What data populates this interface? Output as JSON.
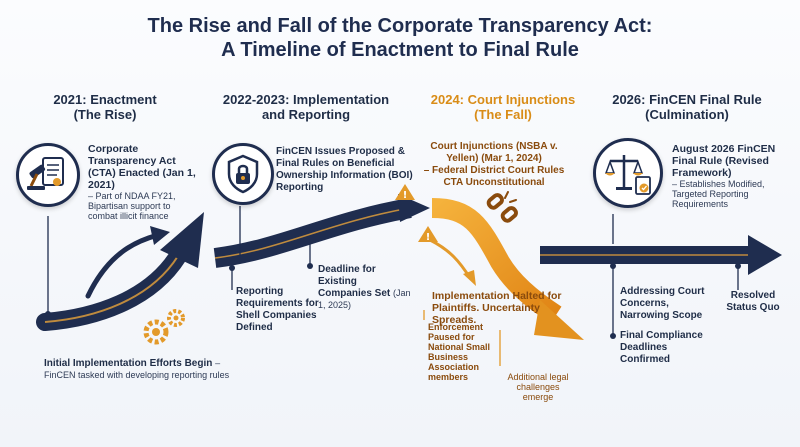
{
  "title": {
    "line1": "The Rise and Fall of the Corporate Transparency Act:",
    "line2": "A Timeline of Enactment to Final Rule"
  },
  "phases": [
    {
      "title_line1": "2021: Enactment",
      "title_line2": "(The Rise)"
    },
    {
      "title_line1": "2022-2023: Implementation",
      "title_line2": "and Reporting"
    },
    {
      "title_line1": "2024: Court Injunctions",
      "title_line2": "(The Fall)"
    },
    {
      "title_line1": "2026: FinCEN Final Rule",
      "title_line2": "(Culmination)"
    }
  ],
  "events": {
    "cta_enacted": {
      "title": "Corporate Transparency Act (CTA) Enacted (Jan 1, 2021)",
      "detail": "– Part of NDAA FY21, Bipartisan support to combat illicit finance"
    },
    "initial_efforts": {
      "title": "Initial Implementation Efforts Begin",
      "detail": "– FinCEN tasked with developing reporting rules"
    },
    "fincen_rules": {
      "title": "FinCEN Issues Proposed & Final Rules on Beneficial Ownership Information (BOI) Reporting"
    },
    "shell_requirements": {
      "title": "Reporting Requirements for Shell Companies Defined"
    },
    "deadline": {
      "title": "Deadline for Existing Companies Set",
      "detail": "(Jan 1, 2025)"
    },
    "court_injunctions": {
      "title": "Court Injunctions (NSBA v. Yellen) (Mar 1, 2024)",
      "detail": "– Federal District Court Rules CTA Unconstitutional"
    },
    "halted": {
      "title": "Implementation Halted for Plaintiffs. Uncertainty Spreads."
    },
    "enforcement_paused": {
      "title": "Enforcement Paused for National Small Business Association members"
    },
    "legal_challenges": {
      "title": "Additional legal challenges emerge"
    },
    "final_rule": {
      "title": "August 2026 FinCEN Final Rule (Revised Framework)",
      "detail": "– Establishes Modified, Targeted Reporting Requirements"
    },
    "addressing": {
      "title": "Addressing Court Concerns, Narrowing Scope"
    },
    "final_deadlines": {
      "title": "Final Compliance Deadlines Confirmed"
    },
    "status_quo": {
      "title": "Resolved Status Quo"
    }
  },
  "icons": {
    "enactment": "gavel-document-icon",
    "implementation": "shield-lock-icon",
    "final_rule": "scales-of-justice-icon",
    "broken_link": "broken-chain-icon",
    "warning": "warning-icon",
    "gears": "gears-icon"
  },
  "colors": {
    "navy": "#1f2d4f",
    "orange": "#e39a2a",
    "brown": "#8a4b0d",
    "background": "#f4f6fa"
  }
}
